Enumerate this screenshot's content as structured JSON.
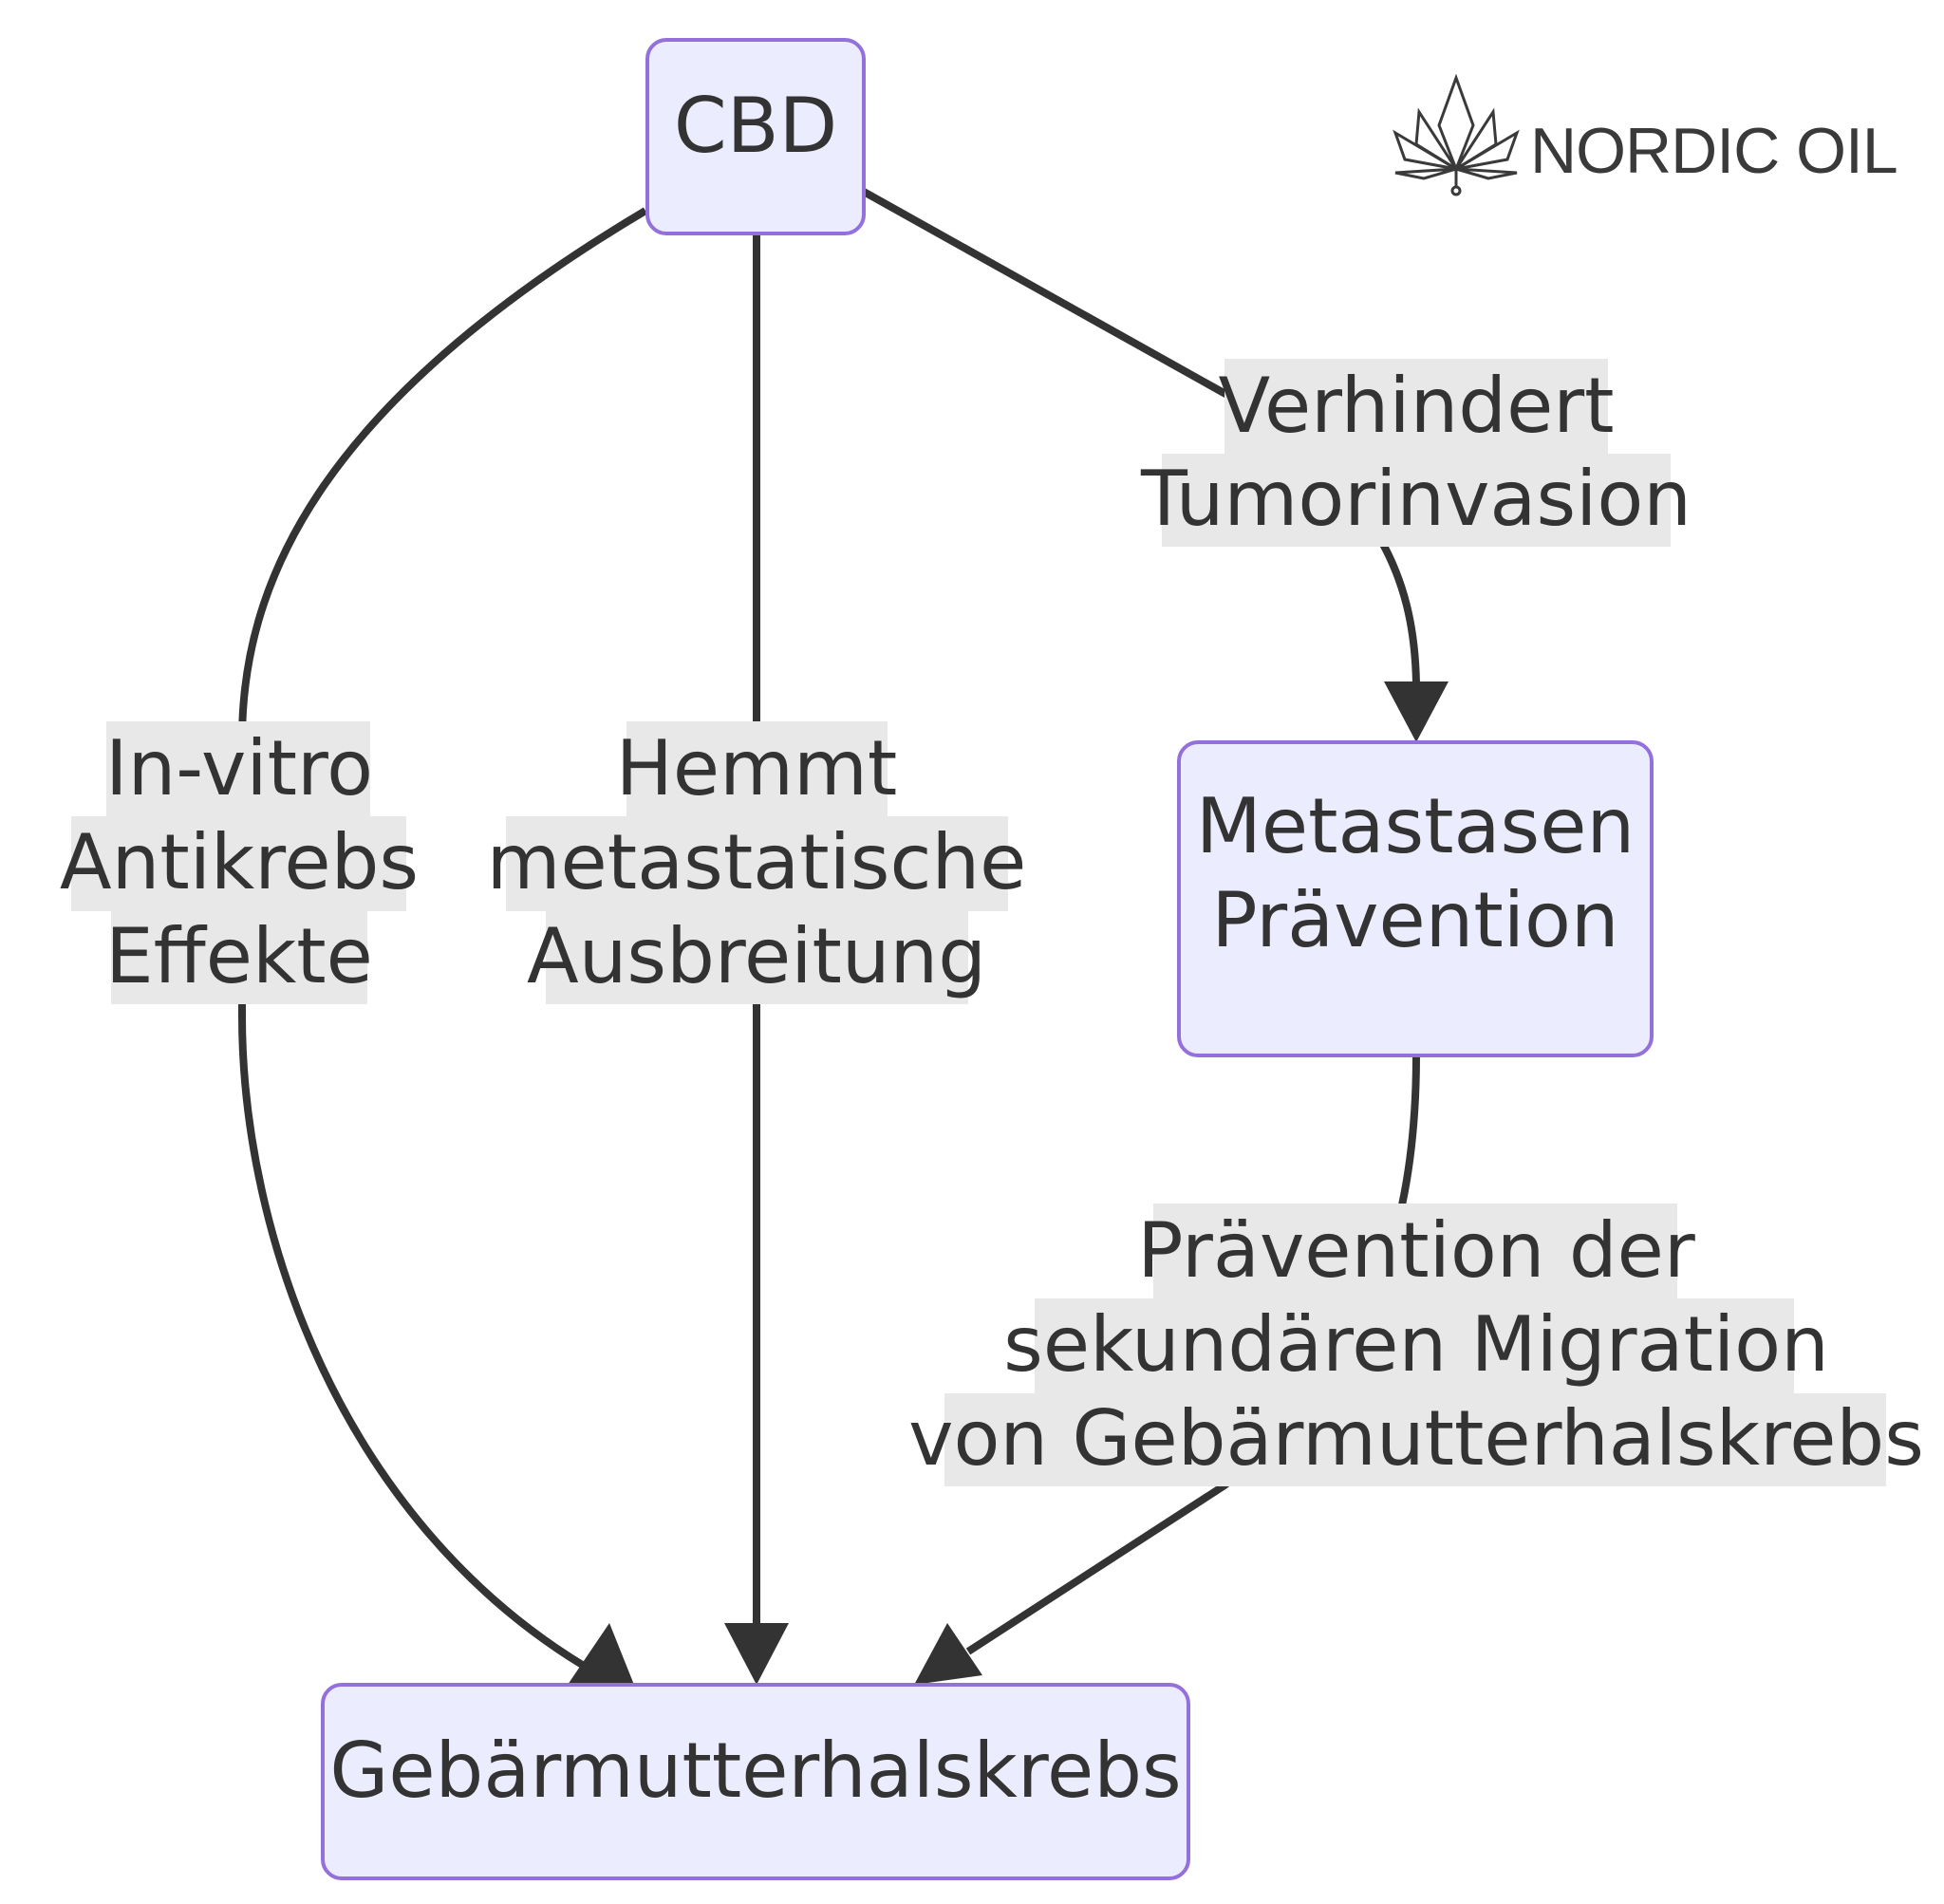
{
  "nodes": {
    "cbd": "CBD",
    "metastasen": [
      "Metastasen",
      "Prävention"
    ],
    "gebaermutterhalskrebs": "Gebärmutterhalskrebs"
  },
  "edges": {
    "in_vitro": [
      "In-vitro",
      "Antikrebs",
      "Effekte"
    ],
    "hemmt": [
      "Hemmt",
      "metastatische",
      "Ausbreitung"
    ],
    "verhindert": [
      "Verhindert",
      "Tumorinvasion"
    ],
    "praevention": [
      "Prävention der",
      "sekundären Migration",
      "von Gebärmutterhalskrebs"
    ]
  },
  "logo": {
    "text": "NORDIC OIL"
  }
}
